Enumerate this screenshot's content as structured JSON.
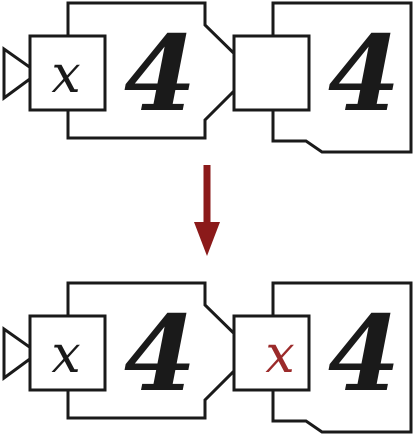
{
  "diagram": {
    "before": {
      "input_symbol": "x",
      "left_value": "4",
      "right_value": "4"
    },
    "after": {
      "input_symbol": "x",
      "substituted_symbol": "x",
      "left_value": "4",
      "right_value": "4"
    }
  },
  "colors": {
    "ink": "#1a1a1a",
    "arrow": "#8b1a1a",
    "substituted": "#9b2a2a"
  }
}
